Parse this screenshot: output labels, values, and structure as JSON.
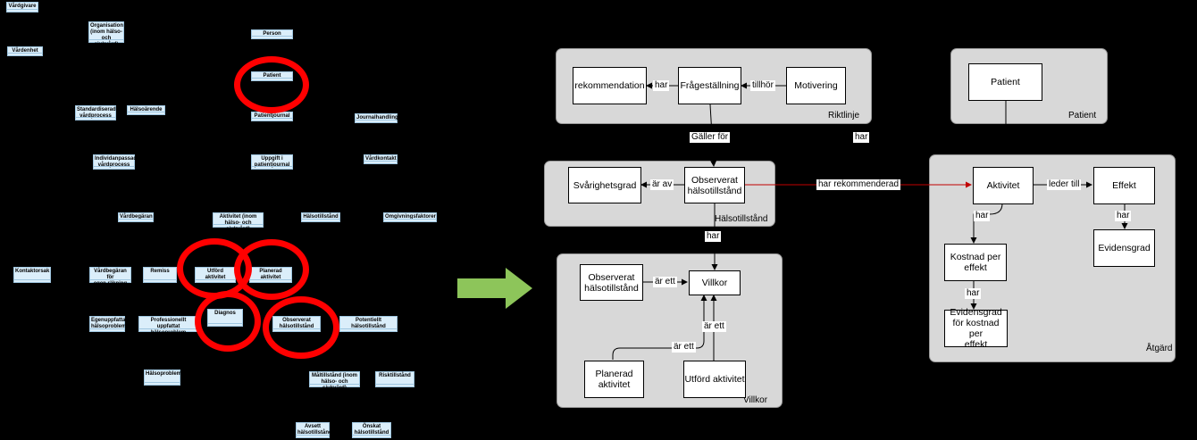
{
  "left_model": {
    "boxes": {
      "vardgivare": "Vårdgivare",
      "organisation": "Organisation\n(inom hälso-\noch sjukvård)",
      "person": "Person",
      "vardenhet": "Vårdenhet",
      "patient": "Patient",
      "standardiserad": "Standardiserad\nvårdprocess",
      "halsoarende": "Hälsoärende",
      "patientjournal": "Patientjournal",
      "journalhandling": "Journalhandling",
      "individanpassad": "Individanpassad\nvårdprocess",
      "uppgift": "Uppgift i\npatientjournal",
      "vardkontakt": "Vårdkontakt",
      "vardbegaran": "Vårdbegäran",
      "aktivitet": "Aktivitet (inom\nhälso- och sjukvård)",
      "halsotillstand": "Hälsotillstånd",
      "omgivningsfaktorer": "Omgivningsfaktorer",
      "kontaktorsak": "Kontaktorsak",
      "vardbegaran_egen": "Vårdbegäran för\negen räkning",
      "remiss": "Remiss",
      "utford": "Utförd aktivitet",
      "planerad": "Planerad aktivitet",
      "egenuppfattat": "Egenuppfattat\nhälsoproblem",
      "professionellt": "Professionellt uppfattat\nhälsoproblem",
      "diagnos": "Diagnos",
      "observerat": "Observerat\nhälsotillstånd",
      "potentiellt": "Potentiellt hälsotillstånd",
      "halsoproblem": "Hälsoproblem",
      "malltillstand": "Måltillstånd (inom\nhälso- och sjukvård)",
      "risktillstand": "Risktillstånd",
      "avsett": "Avsett\nhälsotillstånd",
      "onskat": "Önskat\nhälsotillstånd"
    }
  },
  "right_model": {
    "groups": {
      "riktlinje": "Riktlinje",
      "patient": "Patient",
      "halsotillstand": "Hälsotillstånd",
      "atgard": "Åtgärd",
      "villkor": "Villkor"
    },
    "nodes": {
      "rekommendation": "rekommendation",
      "fragestallning": "Frågeställning",
      "motivering": "Motivering",
      "patient": "Patient",
      "svarighetsgrad": "Svårighetsgrad",
      "observerat": "Observerat\nhälsotillstånd",
      "aktivitet": "Aktivitet",
      "effekt": "Effekt",
      "kostnad": "Kostnad per\neffekt",
      "evidensgrad": "Evidensgrad",
      "evidensgrad_kostnad": "Evidensgrad\nför kostnad per\neffekt",
      "obs_villkor": "Observerat\nhälsotillstånd",
      "villkor": "Villkor",
      "planerad": "Planerad\naktivitet",
      "utford": "Utförd aktivitet"
    },
    "edges": {
      "har_rek": "har",
      "tillhor": "tillhör",
      "galler_for": "Gäller för",
      "har_patient": "har",
      "ar_av": "är av",
      "har_rekommenderad": "har rekommenderad",
      "leder_till": "leder till",
      "har_kostnad": "har",
      "har_evidens": "har",
      "har_ev_kostnad": "har",
      "har_villkor": "har",
      "ar_ett_obs": "är ett",
      "ar_ett_utford": "är ett",
      "ar_ett_planerad": "är ett"
    }
  },
  "colors": {
    "background": "#000000",
    "uml_box": "#dbeefa",
    "highlight_ring": "#ff0000",
    "transition_arrow": "#8dc55a",
    "group_fill": "#d8d8d8",
    "association_line": "#c00000"
  }
}
